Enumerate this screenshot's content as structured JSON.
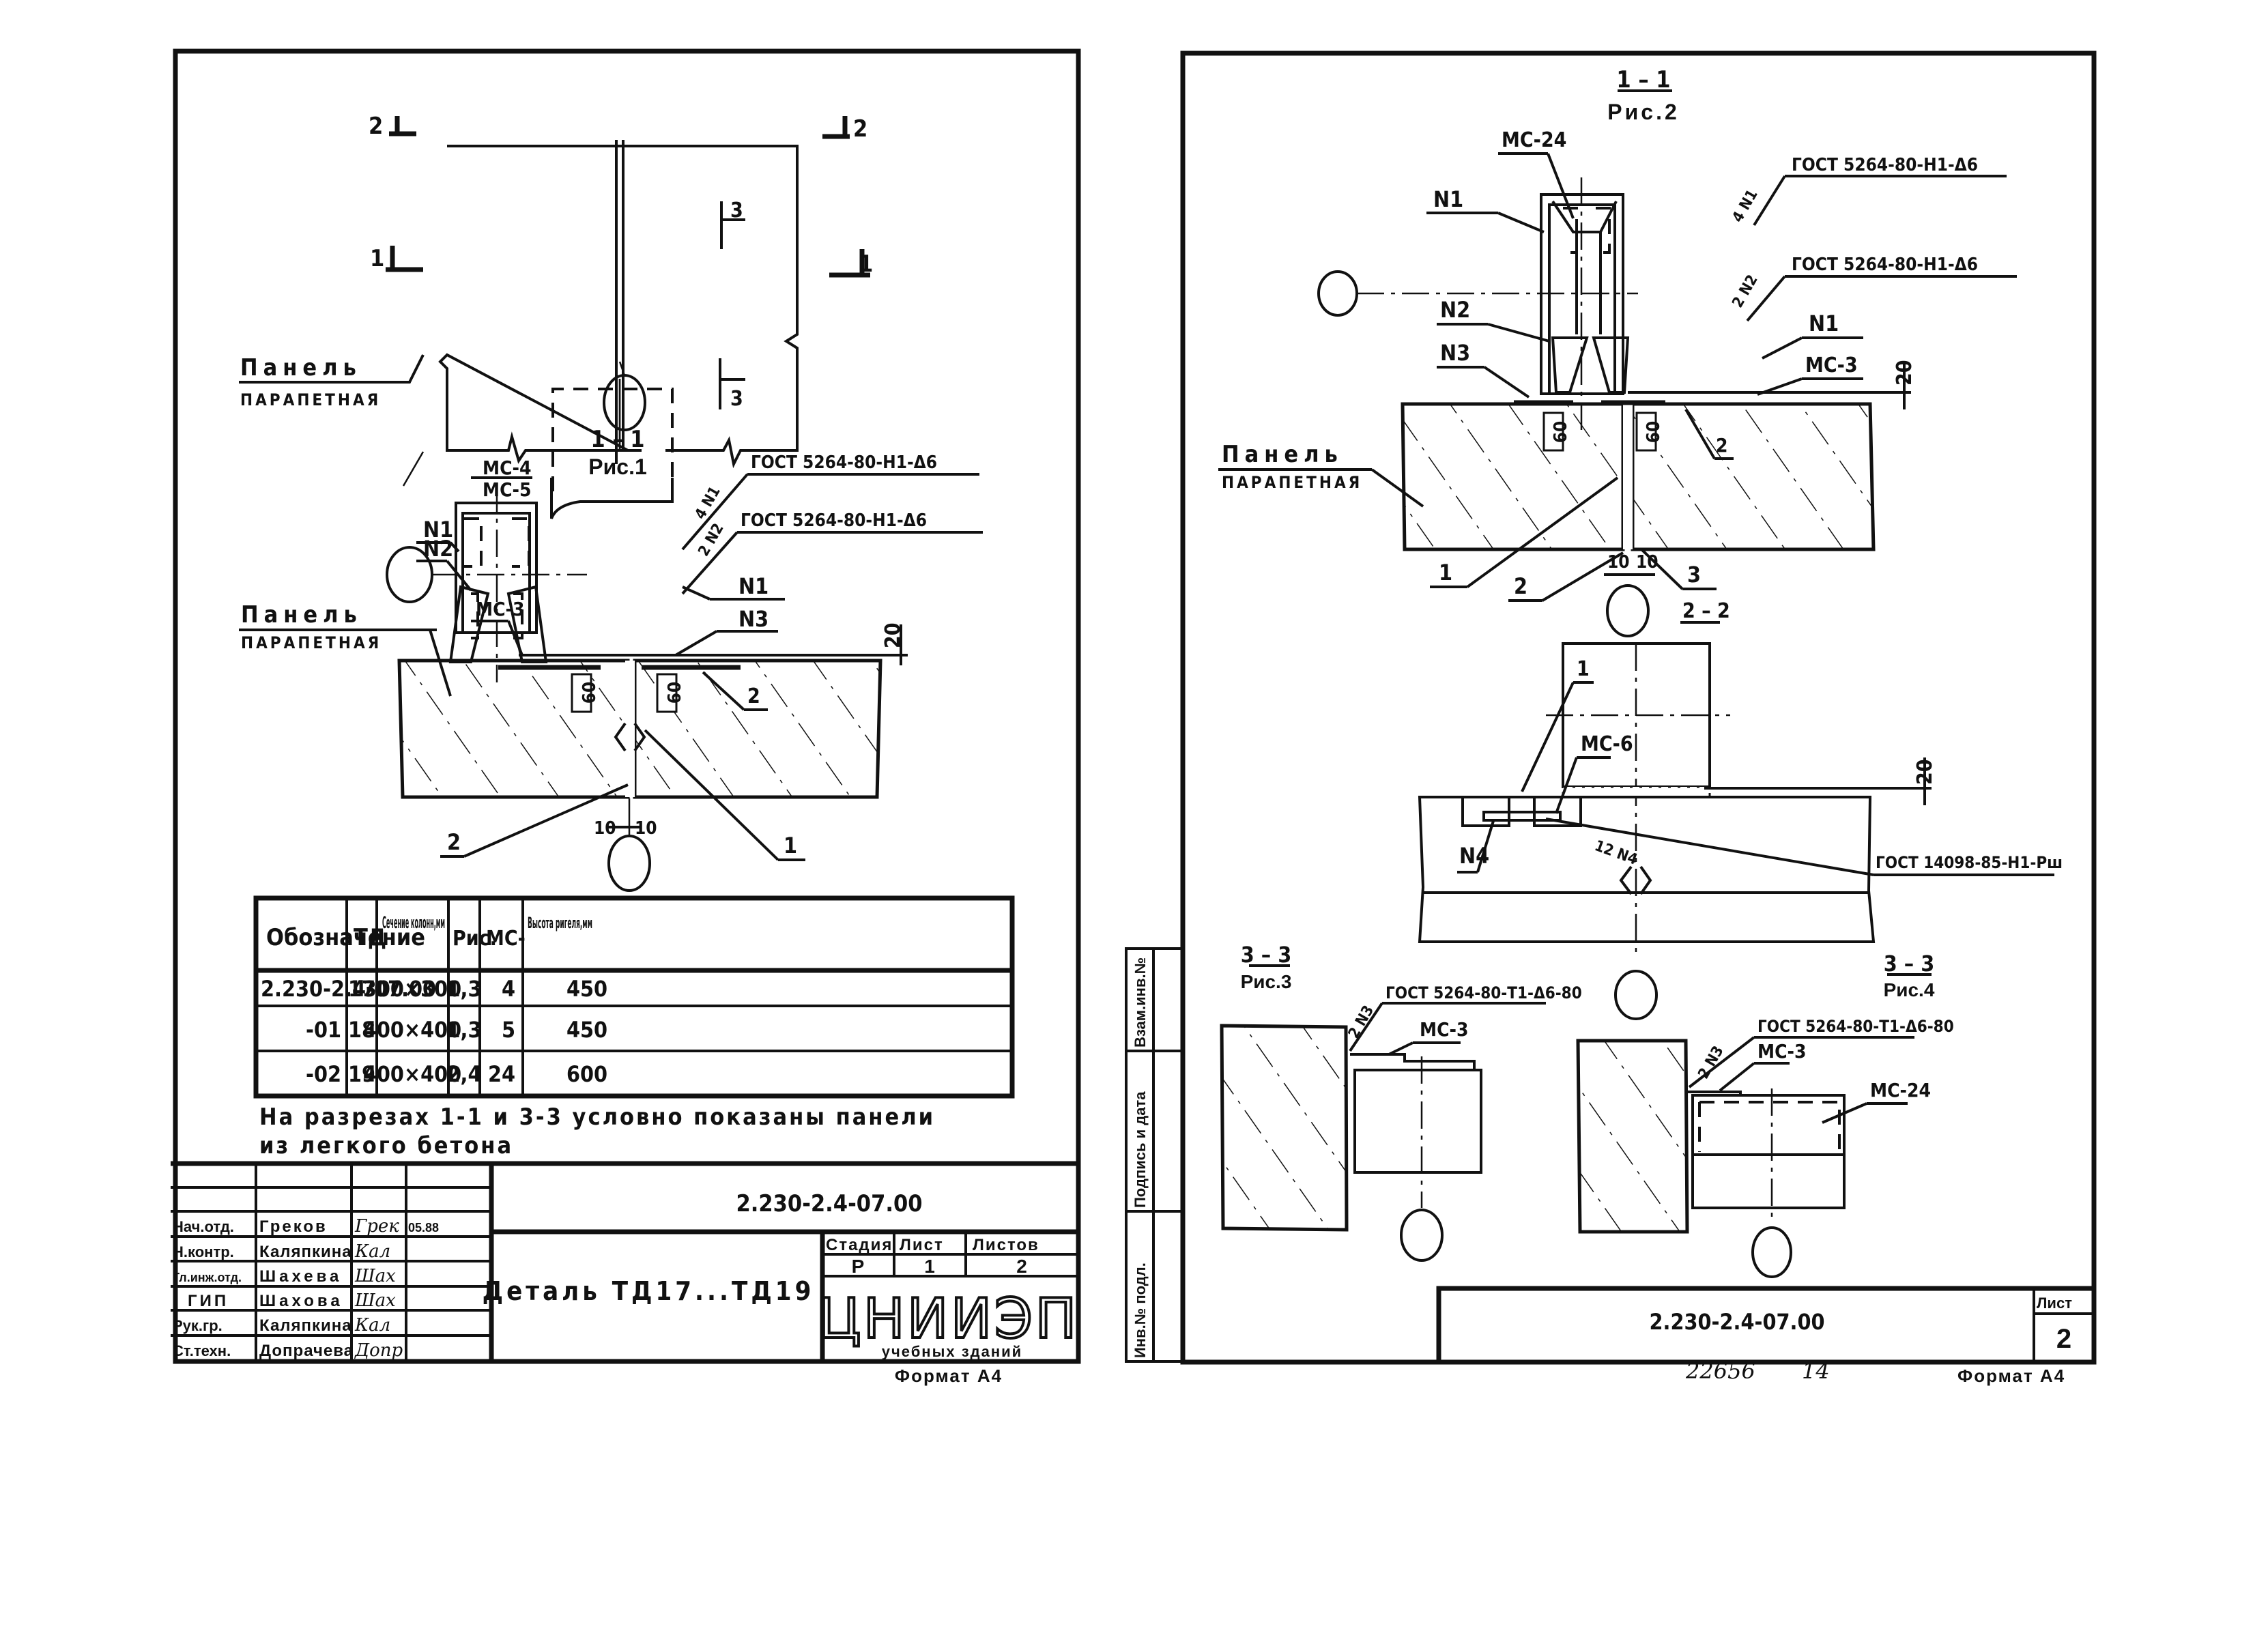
{
  "sheet1": {
    "plan": {
      "cut_labels": [
        "2",
        "2",
        "1",
        "1",
        "3",
        "3"
      ],
      "panel_label": "Панель",
      "panel_sublabel": "ПАРАПЕТНАЯ"
    },
    "section_1_1": {
      "title": "1 – 1",
      "subtitle": "Рис.1",
      "labels": {
        "mc4": "МС-4",
        "mc5": "МС-5",
        "n1_left": "N1",
        "n2": "N2",
        "mc3": "МС-3",
        "n1_right": "N1",
        "n3": "N3",
        "weld1_count": "4 N1",
        "weld1_spec": "ГОСТ 5264-80-Н1-Δ6",
        "weld2_count": "2 N2",
        "weld2_spec": "ГОСТ 5264-80-Н1-Δ6",
        "dim_20": "20",
        "dim_60_left": "60",
        "dim_60_right": "60",
        "dim_10_left": "10",
        "dim_10_right": "10",
        "callout_1": "1",
        "callout_2_left": "2",
        "callout_2_right": "2",
        "panel_label": "Панель",
        "panel_sublabel": "ПАРАПЕТНАЯ"
      }
    },
    "table": {
      "headers": [
        "Обозначение",
        "ТД",
        "Сечение колонн,мм",
        "Рис.",
        "МС-",
        "Высота ригеля,мм"
      ],
      "rows": [
        [
          "2.230-2.4-07.00",
          "17",
          "300×300",
          "1,3",
          "4",
          "450"
        ],
        [
          "-01",
          "18",
          "400×400",
          "1,3",
          "5",
          "450"
        ],
        [
          "-02",
          "19",
          "400×400",
          "2,4",
          "24",
          "600"
        ]
      ]
    },
    "note_line1": "На разрезах 1-1 и 3-3 условно показаны панели",
    "note_line2": "из легкого бетона",
    "title_block": {
      "document_code": "2.230-2.4-07.00",
      "title": "Деталь ТД17...ТД19",
      "stage_header": "Стадия",
      "sheet_header": "Лист",
      "sheets_header": "Листов",
      "stage_value": "Р",
      "sheet_value": "1",
      "sheets_value": "2",
      "org_logo": "ЦНИИЭП",
      "org_sub": "учебных зданий",
      "format": "Формат А4",
      "signatories": [
        {
          "role": "Нач.отд.",
          "name": "Греков",
          "signature": "Грек",
          "date": "05.88"
        },
        {
          "role": "Н.контр.",
          "name": "Каляпкина",
          "signature": "Кал",
          "date": ""
        },
        {
          "role": "Гл.инж.отд.",
          "name": "Шахева",
          "signature": "Шах",
          "date": ""
        },
        {
          "role": "ГИП",
          "name": "Шахова",
          "signature": "Шах",
          "date": ""
        },
        {
          "role": "Рук.гр.",
          "name": "Каляпкина",
          "signature": "Кал",
          "date": ""
        },
        {
          "role": "Ст.техн.",
          "name": "Допрачева",
          "signature": "Допр",
          "date": ""
        }
      ]
    }
  },
  "sheet2": {
    "section_1_1": {
      "title": "1 – 1",
      "subtitle": "Рис.2",
      "labels": {
        "mc24": "МС-24",
        "n1_left": "N1",
        "n2": "N2",
        "n3": "N3",
        "n1_right": "N1",
        "mc3": "МС-3",
        "weld1_count": "4 N1",
        "weld1_spec": "ГОСТ 5264-80-Н1-Δ6",
        "weld2_count": "2 N2",
        "weld2_spec": "ГОСТ 5264-80-Н1-Δ6",
        "dim_20": "20",
        "dim_60_left": "60",
        "dim_60_right": "60",
        "dim_10_left": "10",
        "dim_10_right": "10",
        "callout_1": "1",
        "callout_2": "2",
        "callout_3": "3",
        "callout_2_right": "2",
        "panel_label": "Панель",
        "panel_sublabel": "ПАРАПЕТНАЯ"
      }
    },
    "section_2_2": {
      "title": "2 – 2",
      "labels": {
        "callout_1": "1",
        "mc6": "МС-6",
        "n4": "N4",
        "weld_count": "12 N4",
        "weld_spec": "ГОСТ 14098-85-Н1-Рш",
        "dim_20": "20"
      }
    },
    "section_3_3_fig3": {
      "title": "3 – 3",
      "subtitle": "Рис.3",
      "weld_count": "2 N3",
      "weld_spec": "ГОСТ 5264-80-Т1-Δ6-80",
      "mc3": "МС-3"
    },
    "section_3_3_fig4": {
      "title": "3 – 3",
      "subtitle": "Рис.4",
      "weld_count": "2 N3",
      "weld_spec": "ГОСТ 5264-80-Т1-Δ6-80",
      "mc3": "МС-3",
      "mc24": "МС-24"
    },
    "side_stamp": [
      "Инв.№ подл.",
      "Подпись и дата",
      "Взам.инв.№"
    ],
    "title_block": {
      "document_code": "2.230-2.4-07.00",
      "sheet_header": "Лист",
      "sheet_value": "2",
      "archive_number": "22656",
      "archive_sheet": "14",
      "format": "Формат А4"
    }
  }
}
